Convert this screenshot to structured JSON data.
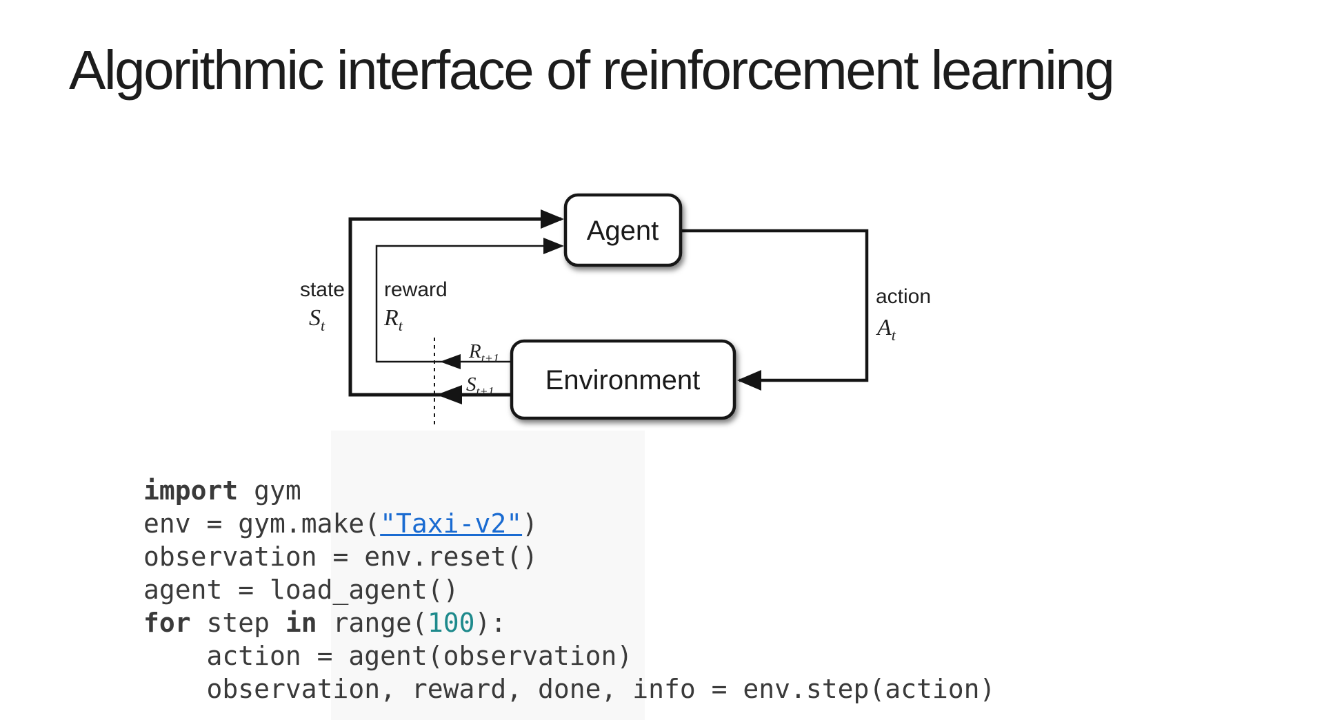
{
  "slide": {
    "title": "Algorithmic interface of reinforcement learning",
    "background_color": "#ffffff"
  },
  "diagram": {
    "agent_box_label": "Agent",
    "environment_box_label": "Environment",
    "line_color": "#141414",
    "labels": {
      "state": "state",
      "state_symbol": {
        "main": "S",
        "sub": "t"
      },
      "reward": "reward",
      "reward_symbol": {
        "main": "R",
        "sub": "t"
      },
      "action": "action",
      "action_symbol": {
        "main": "A",
        "sub": "t"
      },
      "reward_next_symbol": {
        "main": "R",
        "sub": "t+1"
      },
      "state_next_symbol": {
        "main": "S",
        "sub": "t+1"
      }
    }
  },
  "code": {
    "colors": {
      "plain": "#3a3a3a",
      "keyword": "#3a3a3a",
      "link": "#1a6bd1",
      "number": "#1e8a8c"
    },
    "lines": [
      {
        "segments": [
          {
            "t": "import",
            "s": "keyword"
          },
          {
            "t": " gym",
            "s": "plain"
          }
        ]
      },
      {
        "segments": [
          {
            "t": "env = gym.make(",
            "s": "plain"
          },
          {
            "t": "\"Taxi-v2\"",
            "s": "link"
          },
          {
            "t": ")",
            "s": "plain"
          }
        ]
      },
      {
        "segments": [
          {
            "t": "observation = env.reset()",
            "s": "plain"
          }
        ]
      },
      {
        "segments": [
          {
            "t": "agent = load_agent()",
            "s": "plain"
          }
        ]
      },
      {
        "segments": [
          {
            "t": "for",
            "s": "keyword"
          },
          {
            "t": " step ",
            "s": "plain"
          },
          {
            "t": "in",
            "s": "keyword"
          },
          {
            "t": " range(",
            "s": "plain"
          },
          {
            "t": "100",
            "s": "number"
          },
          {
            "t": "):",
            "s": "plain"
          }
        ]
      },
      {
        "segments": [
          {
            "t": "    action = agent(observation)",
            "s": "plain"
          }
        ]
      },
      {
        "segments": [
          {
            "t": "    observation, reward, done, info = env.step(action)",
            "s": "plain"
          }
        ]
      }
    ]
  }
}
